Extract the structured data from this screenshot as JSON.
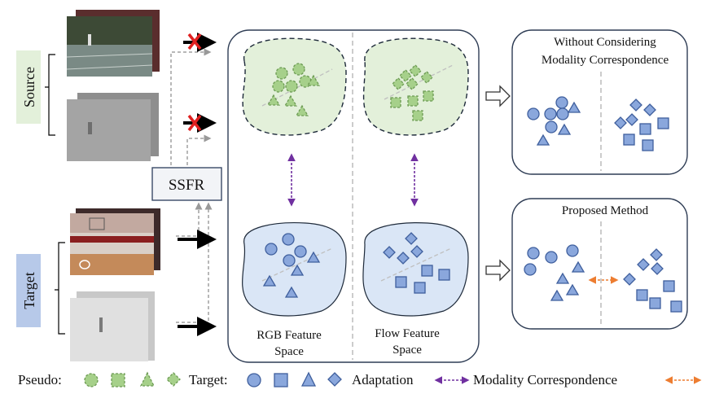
{
  "labels": {
    "source": "Source",
    "target": "Target",
    "ssfr": "SSFR",
    "rgb_line1": "RGB Feature",
    "rgb_line2": "Space",
    "flow_line1": "Flow Feature",
    "flow_line2": "Space",
    "without_line1": "Without Considering",
    "without_line2": "Modality Correspondence",
    "proposed": "Proposed Method"
  },
  "legend": {
    "pseudo": "Pseudo:",
    "target": "Target:",
    "adaptation": "Adaptation",
    "modality_correspondence": "Modality Correspondence"
  },
  "colors": {
    "green_fill": "#a6d08a",
    "green_stroke": "#6c9a53",
    "green_region": "#e3f0da",
    "blue_fill": "#8aa7dc",
    "blue_stroke": "#3f5f9d",
    "blue_region": "#dae6f6",
    "source_box": "#e3f0da",
    "target_box": "#b7c9e9",
    "purple_arrow": "#7030a0",
    "orange_arrow": "#ed7d31",
    "red_x": "#e02020"
  }
}
